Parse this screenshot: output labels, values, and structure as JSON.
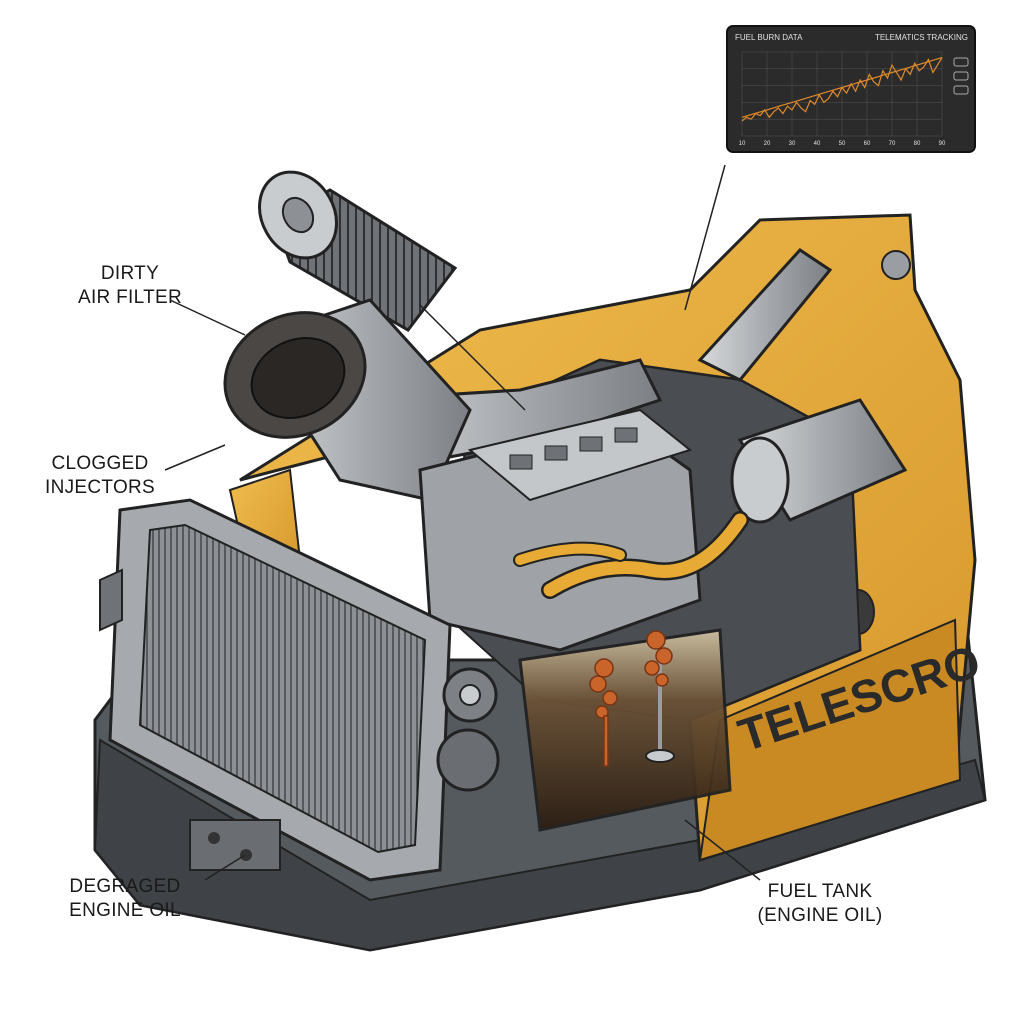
{
  "labels": {
    "air_filter": [
      "DIRTY",
      "AIR FILTER"
    ],
    "injectors": [
      "CLOGGED",
      "INJECTORS"
    ],
    "engine_oil": [
      "DEGRAGED",
      "ENGINE OIL"
    ],
    "fuel_tank": [
      "FUEL TANK",
      "(ENGINE OIL)"
    ]
  },
  "brand": "TELESCRO",
  "telemetry": {
    "title_left": "FUEL BURN DATA",
    "title_right": "TELEMATICS TRACKING",
    "x_ticks": [
      "10",
      "20",
      "30",
      "40",
      "50",
      "60",
      "70",
      "80",
      "90"
    ],
    "series_values": [
      8,
      10,
      9,
      12,
      11,
      14,
      10,
      13,
      15,
      12,
      16,
      14,
      18,
      15,
      13,
      19,
      17,
      22,
      18,
      20,
      24,
      21,
      26,
      23,
      28,
      24,
      30,
      26,
      33,
      29,
      27,
      35,
      31,
      38,
      34,
      30,
      36,
      33,
      39,
      35,
      37,
      41,
      34,
      38,
      42
    ],
    "trend_values": [
      10,
      12,
      14,
      16,
      18,
      20,
      22,
      24,
      26,
      28,
      30,
      32,
      34,
      36,
      38,
      40,
      42
    ],
    "colors": {
      "panel": "#2b2b2b",
      "line": "#e08a2a",
      "grid": "#555555",
      "text": "#e0e0e0"
    }
  },
  "colors": {
    "body_yellow": "#e3a83a",
    "body_dark": "#5a5a5a",
    "metal": "#b9bcbf",
    "metal_dark": "#7d8185",
    "hose": "#e6aa35",
    "oil": "#3a2a1c",
    "rust": "#c9652a"
  }
}
